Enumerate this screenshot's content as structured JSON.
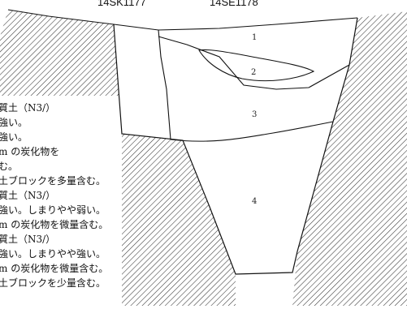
{
  "headers": [
    "14SK1177",
    "14SE1178"
  ],
  "layer_numbers": [
    "1",
    "2",
    "3",
    "4"
  ],
  "notes": [
    "質土（N3/）",
    "強い。",
    "強い。",
    "m の炭化物を",
    "む。",
    "土ブロックを多量含む。",
    "質土（N3/）",
    "強い。しまりやや弱い。",
    "m の炭化物を微量含む。",
    "質土（N3/）",
    "強い。しまりやや強い。",
    "m の炭化物を微量含む。",
    "土ブロックを少量含む。"
  ]
}
